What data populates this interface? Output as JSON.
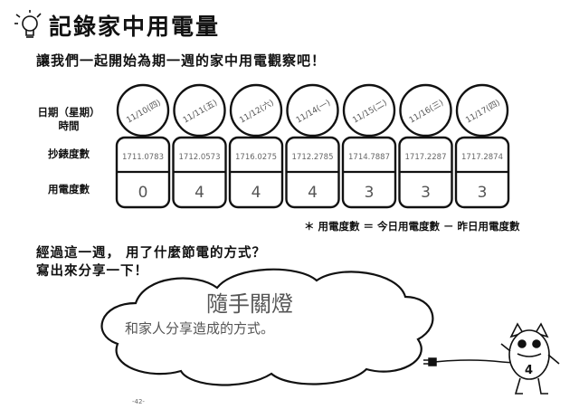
{
  "title": "記錄家中用電量",
  "intro": "讓我們一起開始為期一週的家中用電觀察吧！",
  "labels": {
    "date_line1": "日期（星期）",
    "date_line2": "時間",
    "meter": "抄錶度數",
    "usage": "用電度數"
  },
  "days": [
    {
      "date": "11/10(四)",
      "meter": "1711.0783",
      "usage": "0"
    },
    {
      "date": "11/11(五)",
      "meter": "1712.0573",
      "usage": "4"
    },
    {
      "date": "11/12(六)",
      "meter": "1716.0275",
      "usage": "4"
    },
    {
      "date": "11/14(一)",
      "meter": "1712.2785",
      "usage": "4"
    },
    {
      "date": "11/15(二)",
      "meter": "1714.7887",
      "usage": "3"
    },
    {
      "date": "11/16(三)",
      "meter": "1717.2287",
      "usage": "3"
    },
    {
      "date": "11/17(四)",
      "meter": "1717.2874",
      "usage": "3"
    }
  ],
  "note": "＊ 用電度數 ＝ 今日用電度數 － 昨日用電度數",
  "question_line1": "經過這一週， 用了什麼節電的方式？",
  "question_line2": "寫出來分享一下！",
  "answer_line1": "隨手關燈",
  "answer_line2": "和家人分享造成的方式。",
  "mascot_number": "4",
  "page_number": "-42-"
}
